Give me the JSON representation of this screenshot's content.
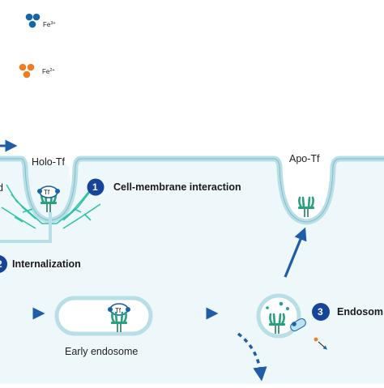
{
  "legend": {
    "fe3": {
      "symbol": "Fe",
      "charge": "3+",
      "color": "#1565a8"
    },
    "fe2": {
      "symbol": "Fe",
      "charge": "2+",
      "color": "#ee7d1f"
    }
  },
  "labels": {
    "holo_tf": "Holo-Tf",
    "apo_tf": "Apo-Tf",
    "early_endosome": "Early endosome",
    "tf_tag": "Tf",
    "left_cut": "d"
  },
  "steps": [
    {
      "num": "1",
      "label": "Cell-membrane interaction"
    },
    {
      "num": "2",
      "label": "Internalization"
    },
    {
      "num": "3",
      "label": "Endosom"
    }
  ],
  "colors": {
    "membrane": "#b9dfe6",
    "cell_interior": "#eef8fb",
    "arrow": "#1f5da8",
    "badge": "#16449a",
    "receptor": "#2aa07e",
    "network": "#2fc3a6"
  }
}
